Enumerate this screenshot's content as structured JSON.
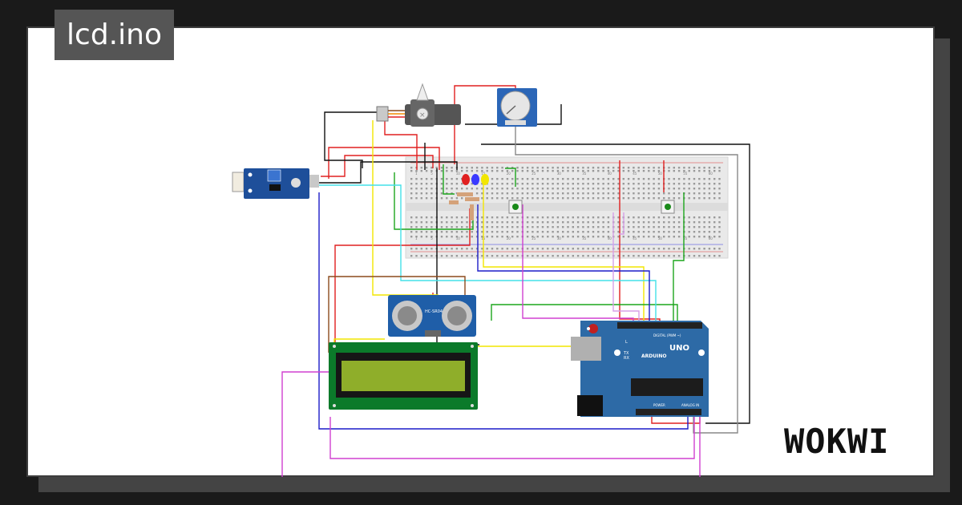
{
  "project": {
    "file_name": "lcd.ino",
    "brand": "WOKWI"
  },
  "components": {
    "arduino": {
      "logo_text": "UNO",
      "brand_text": "ARDUINO",
      "header_digital": "DIGITAL (PWM ~)",
      "header_analog": "ANALOG IN",
      "header_power": "POWER",
      "led_l": "L",
      "led_tx": "TX",
      "led_rx": "RX"
    },
    "ultrasonic": {
      "model": "HC-SR04"
    },
    "breadboard": {
      "numbers": [
        "1",
        "5",
        "10",
        "15",
        "20",
        "25",
        "30",
        "35",
        "40",
        "45",
        "50",
        "55",
        "60"
      ]
    }
  },
  "colors": {
    "background": "#1a1a1a",
    "card": "#ffffff",
    "title_tab": "#555555",
    "arduino_blue": "#2d6aa6",
    "lcd_green": "#0b7a2a",
    "lcd_screen": "#8fae2a",
    "breadboard": "#e9e9e9",
    "wire_red": "#e02020",
    "wire_black": "#111111",
    "wire_yellow": "#f2e600",
    "wire_green": "#1ca51c",
    "wire_cyan": "#44e0e8",
    "wire_blue": "#1c1cc8",
    "wire_magenta": "#d040d0",
    "wire_violet": "#d7a0e8",
    "wire_brown": "#8b4a1c",
    "wire_gray": "#888888"
  }
}
